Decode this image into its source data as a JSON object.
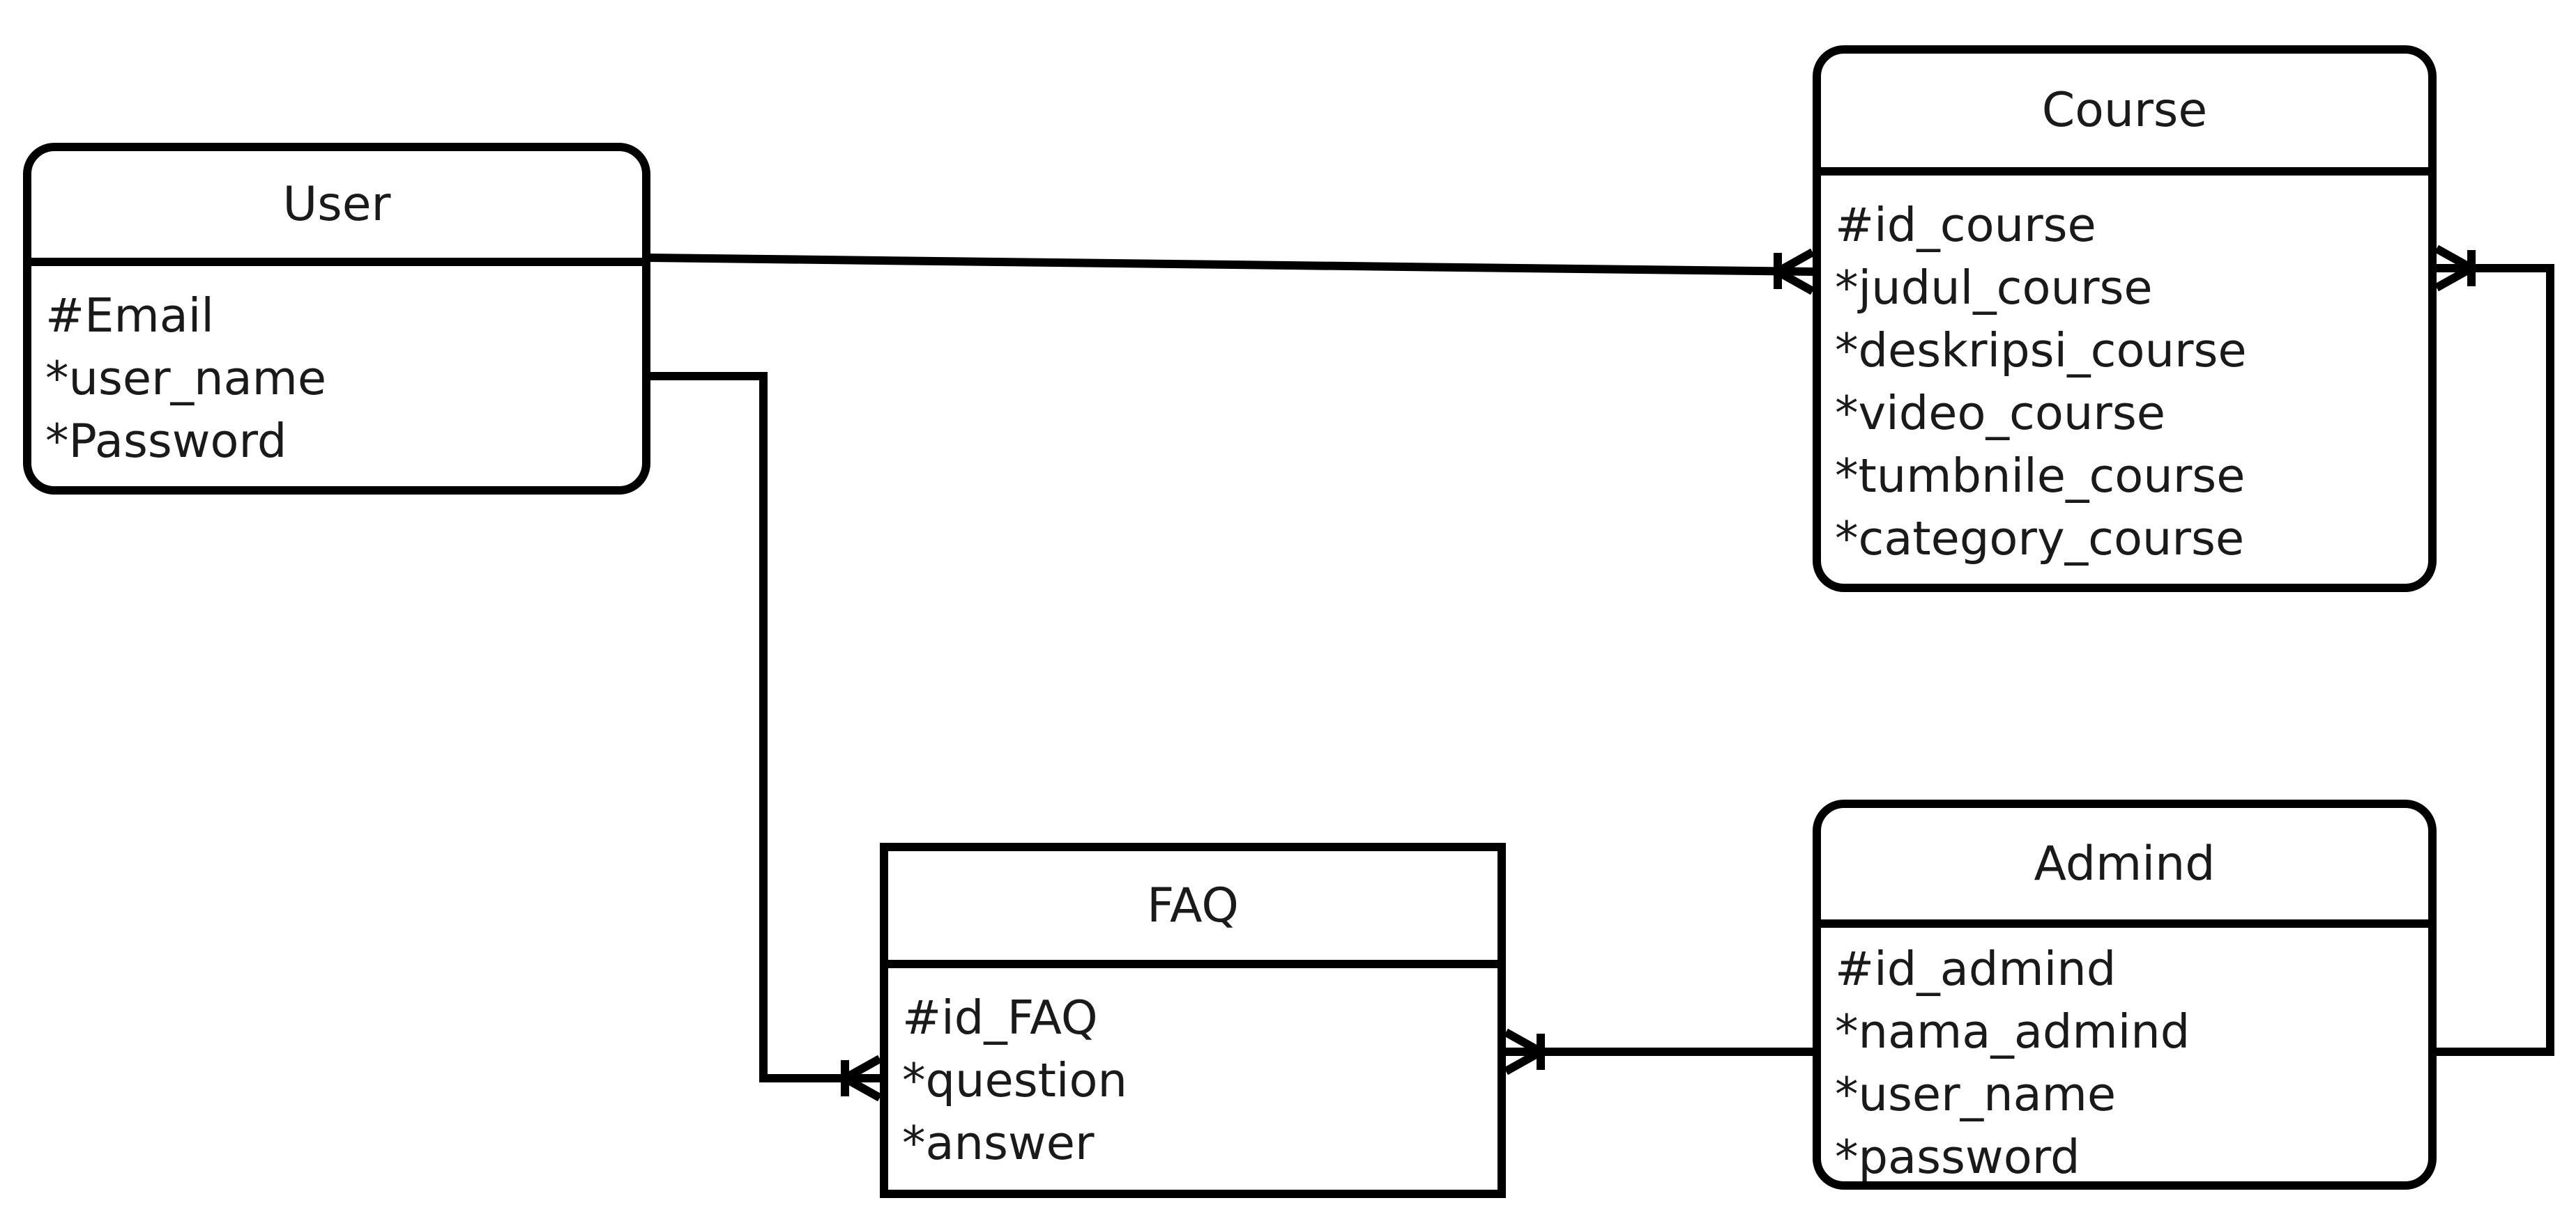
{
  "diagram": {
    "entities": [
      {
        "id": "user",
        "name": "User",
        "attributes": [
          "#Email",
          "*user_name",
          "*Password"
        ]
      },
      {
        "id": "course",
        "name": "Course",
        "attributes": [
          "#id_course",
          "*judul_course",
          "*deskripsi_course",
          "*video_course",
          "*tumbnile_course",
          "*category_course"
        ]
      },
      {
        "id": "faq",
        "name": "FAQ",
        "attributes": [
          "#id_FAQ",
          "*question",
          "*answer"
        ]
      },
      {
        "id": "admind",
        "name": "Admind",
        "attributes": [
          "#id_admind",
          "*nama_admind",
          "*user_name",
          "*password"
        ]
      }
    ],
    "relationships": [
      {
        "from": "user",
        "to": "course",
        "to_cardinality": "one-or-many"
      },
      {
        "from": "user",
        "to": "faq",
        "to_cardinality": "one-or-many"
      },
      {
        "from": "admind",
        "to": "faq",
        "to_cardinality": "one-or-many"
      },
      {
        "from": "admind",
        "to": "course",
        "to_cardinality": "one-or-many"
      }
    ]
  }
}
